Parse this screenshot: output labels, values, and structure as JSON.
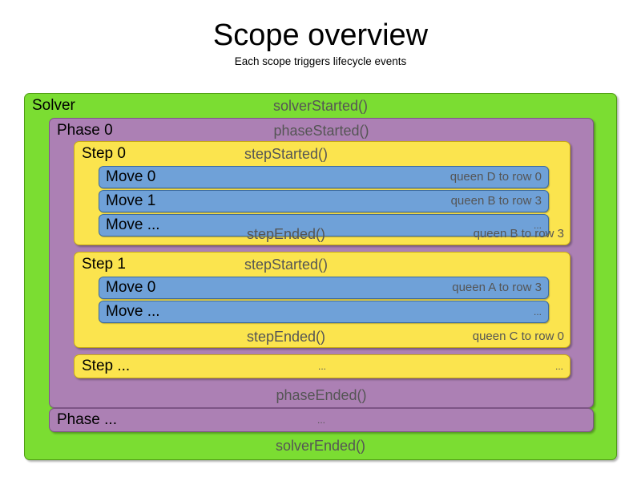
{
  "header": {
    "title": "Scope overview",
    "subtitle": "Each scope triggers lifecycle events"
  },
  "colors": {
    "solver": "#7BDD32",
    "phase": "#AC80B4",
    "step": "#FBE44E",
    "move": "#6FA1D8",
    "event_text": "#555555",
    "label_text": "#000000",
    "background": "#FFFFFF"
  },
  "solver": {
    "label": "Solver",
    "started_event": "solverStarted()",
    "ended_event": "solverEnded()",
    "phases": [
      {
        "label": "Phase 0",
        "started_event": "phaseStarted()",
        "ended_event": "phaseEnded()",
        "steps": [
          {
            "label": "Step 0",
            "started_event": "stepStarted()",
            "ended_event": "stepEnded()",
            "ended_value": "queen B to row 3",
            "moves": [
              {
                "label": "Move 0",
                "value": "queen D to row 0"
              },
              {
                "label": "Move 1",
                "value": "queen B to row 3"
              },
              {
                "label": "Move ...",
                "value": "..."
              }
            ]
          },
          {
            "label": "Step 1",
            "started_event": "stepStarted()",
            "ended_event": "stepEnded()",
            "ended_value": "queen C to row 0",
            "moves": [
              {
                "label": "Move 0",
                "value": "queen A to row 3"
              },
              {
                "label": "Move ...",
                "value": "..."
              }
            ]
          }
        ],
        "step_ellipsis": {
          "label": "Step ...",
          "center": "...",
          "right": "..."
        }
      }
    ],
    "phase_ellipsis": {
      "label": "Phase ...",
      "center": "..."
    }
  }
}
